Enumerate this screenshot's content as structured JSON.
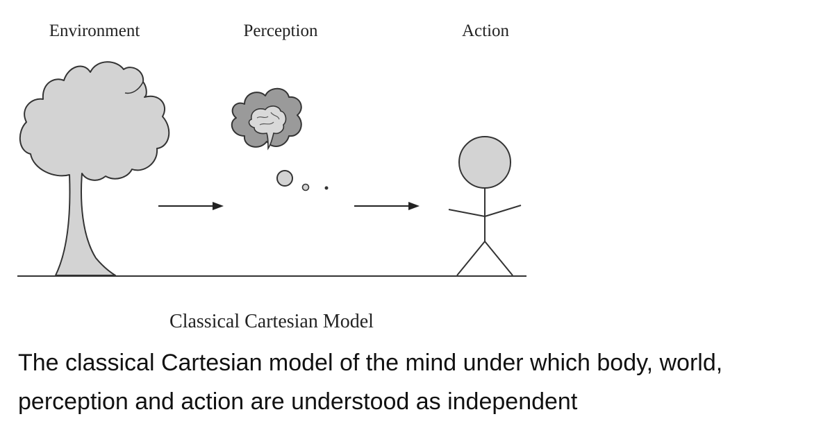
{
  "diagram": {
    "labels": {
      "environment": "Environment",
      "perception": "Perception",
      "action": "Action"
    },
    "title": "Classical Cartesian Model",
    "icons": {
      "tree": "tree-icon",
      "thought_bubble": "thought-bubble-icon",
      "brain": "brain-icon",
      "stick_figure": "stick-figure-icon",
      "arrow": "arrow-right-icon"
    },
    "colors": {
      "fill": "#d3d3d3",
      "brain_cloud_fill": "#9a9a9a",
      "stroke": "#333333"
    }
  },
  "caption": {
    "line1": "The classical Cartesian model of the mind under which body, world,",
    "line2": "perception and action are understood as independent"
  }
}
